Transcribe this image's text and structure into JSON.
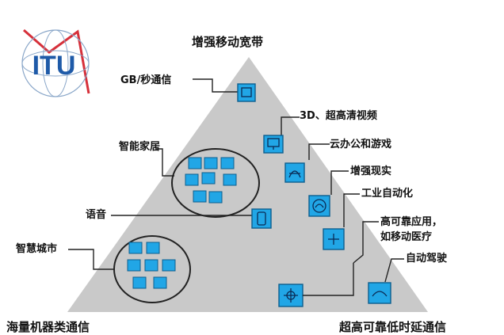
{
  "logo": {
    "text": "ITU",
    "brand_color": "#1e5aa8",
    "accent_color": "#d6303a"
  },
  "corners": {
    "top": "增强移动宽带",
    "bottom_left": "海量机器类通信",
    "bottom_right": "超高可靠低时延通信"
  },
  "labels": {
    "gbps": "GB/秒通信",
    "uhd_video": "3D、超高清视频",
    "cloud_office": "云办公和游戏",
    "smart_home": "智能家居",
    "ar": "增强现实",
    "industrial": "工业自动化",
    "voice": "语音",
    "high_reliability_line1": "高可靠应用，",
    "high_reliability_line2": "如移动医疗",
    "smart_city": "智慧城市",
    "self_driving": "自动驾驶"
  },
  "colors": {
    "triangle_fill": "#c9c9c9",
    "icon_blue": "#21a6e6",
    "icon_border": "#0d5f8e",
    "text": "#111111"
  },
  "icons": {
    "gbps": "display-icon",
    "uhd_video": "monitor-icon",
    "cloud_office": "cloud-office-icon",
    "ar": "ar-glasses-icon",
    "industrial": "robot-arm-icon",
    "voice": "phone-icon",
    "self_driving": "car-icon",
    "remote_surgery": "medical-icon"
  }
}
